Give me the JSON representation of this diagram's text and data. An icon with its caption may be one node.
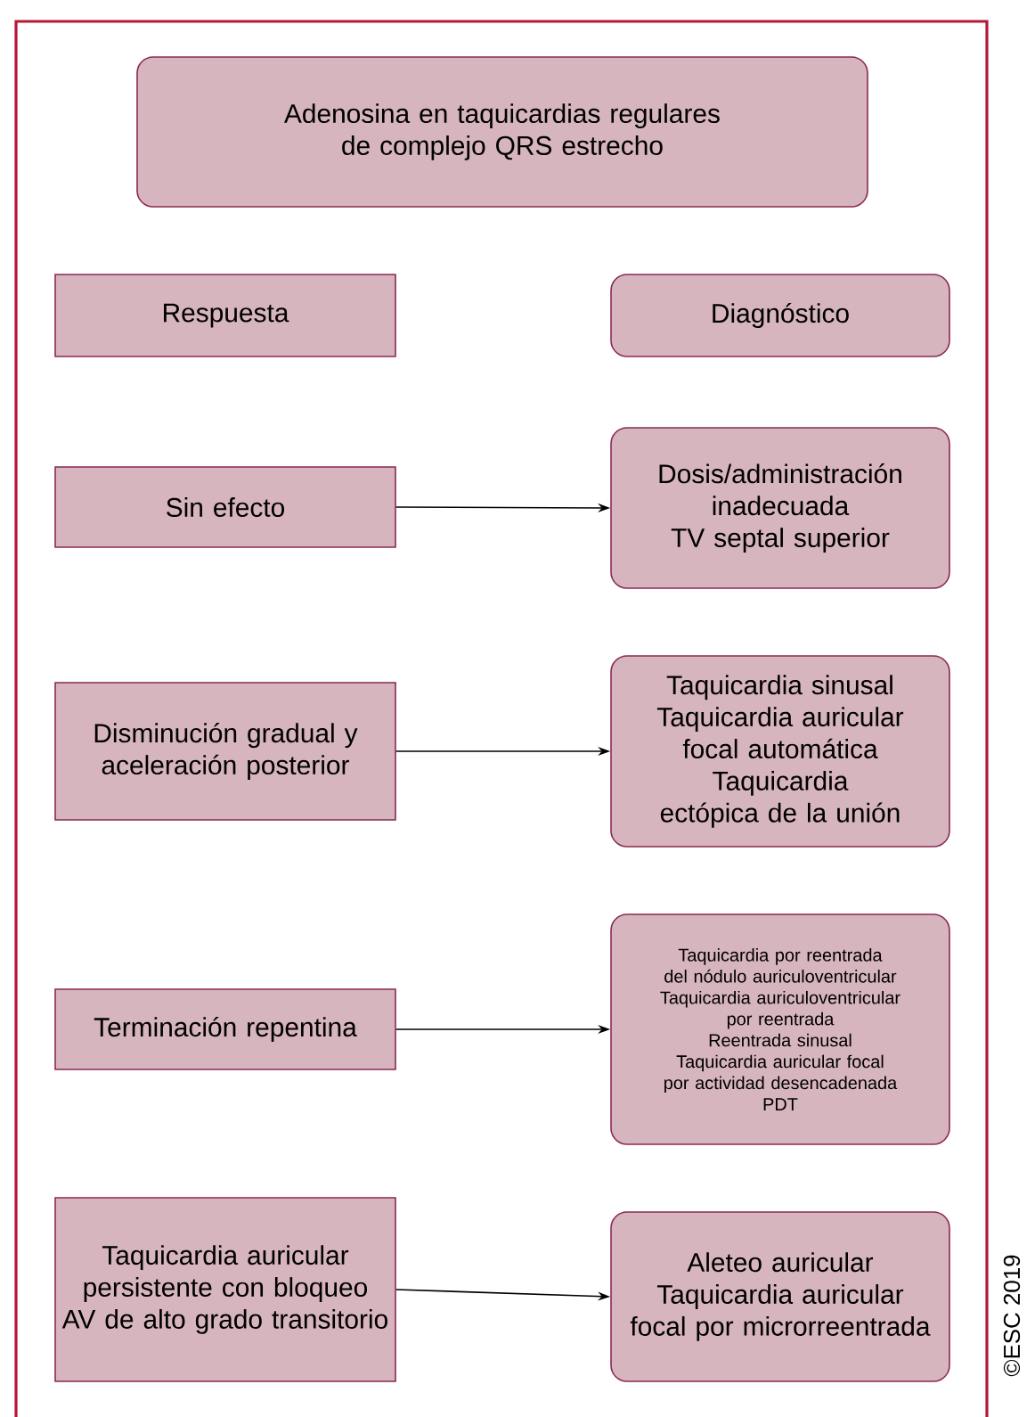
{
  "diagram": {
    "nodes": [
      {
        "text": [
          "Adenosina en taquicardias regulares de complejo QRS estrecho"
        ]
      },
      {
        "text": [
          "Respuesta"
        ]
      },
      {
        "text": [
          "Diagnóstico"
        ]
      },
      {
        "text": [
          "Sin efecto"
        ]
      },
      {
        "text": [
          "Dosis/administración inadecuada",
          "TV septal superior"
        ]
      },
      {
        "text": [
          "Disminución gradual y aceleración posterior"
        ]
      },
      {
        "text": [
          "Taquicardia sinusal",
          "Taquicardia auricular focal automática",
          "Taquicardia ectópica de la unión"
        ]
      },
      {
        "text": [
          "Terminación repentina"
        ]
      },
      {
        "text": [
          "Taquicardia por reentrada del nódulo auriculoventricular",
          "Taquicardia auriculoventricular por reentrada",
          "Reentrada sinusal",
          "Taquicardia auricular focal por actividad desencadenada",
          "PDT"
        ]
      },
      {
        "text": [
          "Taquicardia auricular persistente con bloqueo AV de alto grado transitorio"
        ]
      },
      {
        "text": [
          "Aleteo auricular",
          "Taquicardia auricular focal por microrreentrada"
        ]
      }
    ],
    "edges": [
      {
        "from": 3,
        "to": 4,
        "arrow": "to"
      },
      {
        "from": 5,
        "to": 6,
        "arrow": "to"
      },
      {
        "from": 7,
        "to": 8,
        "arrow": "to"
      },
      {
        "from": 9,
        "to": 10,
        "arrow": "to"
      }
    ],
    "labels": [
      "©ESC 2019"
    ]
  }
}
